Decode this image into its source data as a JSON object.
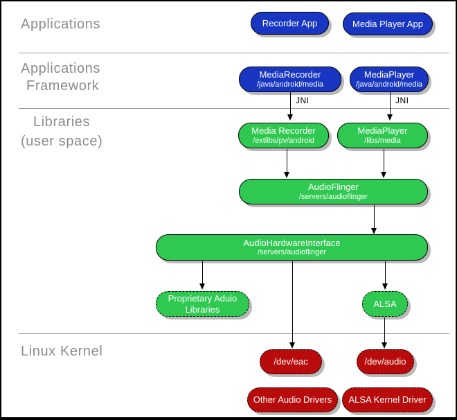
{
  "layers": {
    "applications": {
      "label": "Applications"
    },
    "framework": {
      "label_line1": "Applications",
      "label_line2": "Framework"
    },
    "libraries": {
      "label_line1": "Libraries",
      "label_line2": "(user space)"
    },
    "kernel": {
      "label": "Linux Kernel"
    }
  },
  "edge_labels": {
    "jni": "JNI"
  },
  "colors": {
    "app_blue": "#1836C1",
    "lib_green": "#2FC951",
    "kernel_red": "#B80C0C",
    "label_gray": "#8C8C8C",
    "separator_gray": "#999999",
    "shadow_gray": "#B9B9B9"
  },
  "nodes": {
    "recorder_app": {
      "title": "Recorder App"
    },
    "media_player_app": {
      "title": "Media Player App"
    },
    "media_recorder_framework": {
      "title": "MediaRecorder",
      "path": "/java/android/media"
    },
    "media_player_framework": {
      "title": "MediaPlayer",
      "path": "/java/android/media"
    },
    "media_recorder_lib": {
      "title": "Media Recorder",
      "path": "/extlibs/pv/android"
    },
    "media_player_lib": {
      "title": "MediaPlayer",
      "path": "/libs/media"
    },
    "audio_flinger": {
      "title": "AudioFlinger",
      "path": "/servers/audioflinger"
    },
    "audio_hardware_interface": {
      "title": "AudioHardwareInterface",
      "path": "/servers/audioflinger"
    },
    "proprietary_audio_libraries": {
      "title_line1": "Proprietary Aduio",
      "title_line2": "Libraries"
    },
    "alsa": {
      "title": "ALSA"
    },
    "dev_eac": {
      "title": "/dev/eac"
    },
    "dev_audio": {
      "title": "/dev/audio"
    },
    "other_audio_drivers": {
      "title": "Other Audio Drivers"
    },
    "alsa_kernel_driver": {
      "title": "ALSA Kernel Driver"
    }
  }
}
